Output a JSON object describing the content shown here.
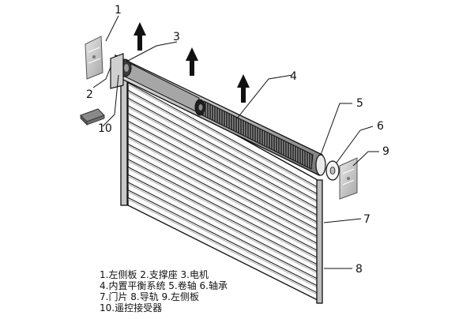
{
  "callouts": {
    "c1": "1",
    "c2": "2",
    "c3": "3",
    "c4": "4",
    "c5": "5",
    "c6": "6",
    "c7": "7",
    "c8": "8",
    "c9": "9",
    "c10": "10"
  },
  "legend": {
    "line1": "1.左侧板  2.支撑座  3.电机",
    "line2": "4.内置平衡系统  5.卷轴  6.轴承",
    "line3": "7.门片  8.导轨  9.左侧板",
    "line4": "10.遥控接受器"
  },
  "colors": {
    "line": "#111111",
    "panel": "#d6d6d6",
    "spring": "#2a2a2a",
    "drum_light": "#d9d9d9",
    "drum_dark": "#8c8c8c"
  },
  "icons": {
    "arrow": "up-arrow-icon",
    "plate": "side-plate-icon",
    "remote": "remote-receiver-icon"
  }
}
